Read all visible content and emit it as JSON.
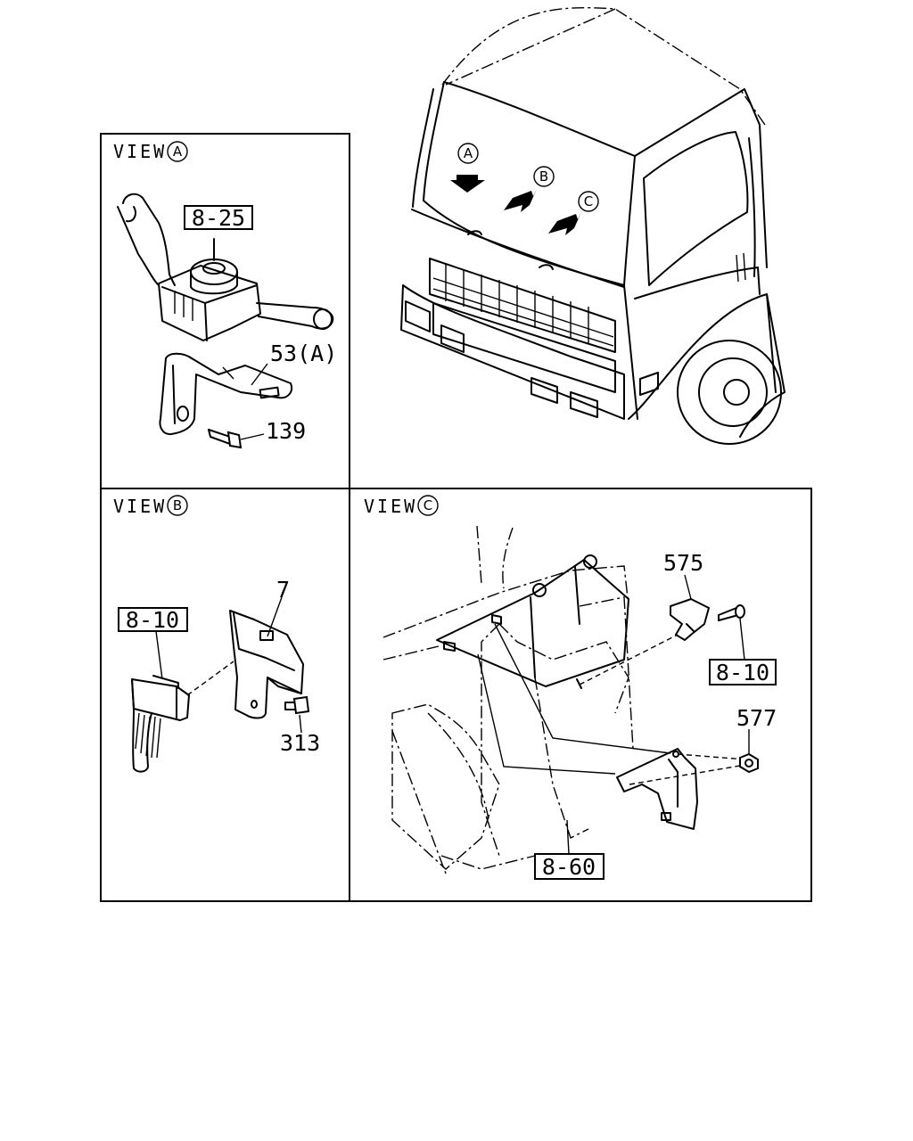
{
  "views": {
    "a": {
      "word": "VIEW",
      "letter": "A"
    },
    "b": {
      "word": "VIEW",
      "letter": "B"
    },
    "c": {
      "word": "VIEW",
      "letter": "C"
    }
  },
  "cab_markers": [
    "A",
    "B",
    "C"
  ],
  "labels": {
    "p8_25": "8-25",
    "p53a": "53(A)",
    "p139": "139",
    "p7": "7",
    "p8_10_b": "8-10",
    "p313": "313",
    "p575": "575",
    "p8_10_c": "8-10",
    "p577": "577",
    "p8_60": "8-60"
  }
}
